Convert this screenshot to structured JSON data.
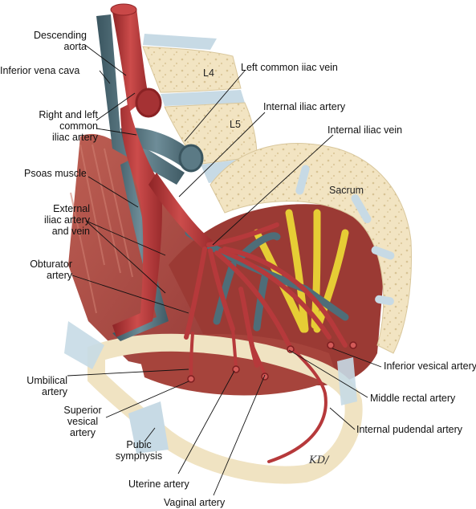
{
  "labels": {
    "descending_aorta": "Descending\naorta",
    "inferior_vena_cava": "Inferior vena cava",
    "common_iliac_artery": "Right and left\ncommon\niliac artery",
    "psoas_muscle": "Psoas muscle",
    "external_iliac": "External\niliac artery\nand vein",
    "obturator_artery": "Obturator\nartery",
    "umbilical_artery": "Umbilical\nartery",
    "superior_vesical_artery": "Superior\nvesical\nartery",
    "pubic_symphysis": "Pubic\nsymphysis",
    "uterine_artery": "Uterine artery",
    "vaginal_artery": "Vaginal artery",
    "left_common_iliac_vein": "Left common iiac vein",
    "internal_iliac_artery": "Internal iliac artery",
    "internal_iliac_vein": "Internal iliac vein",
    "inferior_vesical_artery": "Inferior vesical artery",
    "middle_rectal_artery": "Middle rectal artery",
    "internal_pudendal_artery": "Internal pudendal artery",
    "l4": "L4",
    "l5": "L5",
    "sacrum": "Sacrum"
  },
  "signature": "KD/",
  "colors": {
    "artery": "#b93a3c",
    "vein": "#4f6f7a",
    "muscle": "#a8453c",
    "bone": "#f1e3c0",
    "disc": "#c9dbe6",
    "nerve": "#e7cf3a"
  }
}
